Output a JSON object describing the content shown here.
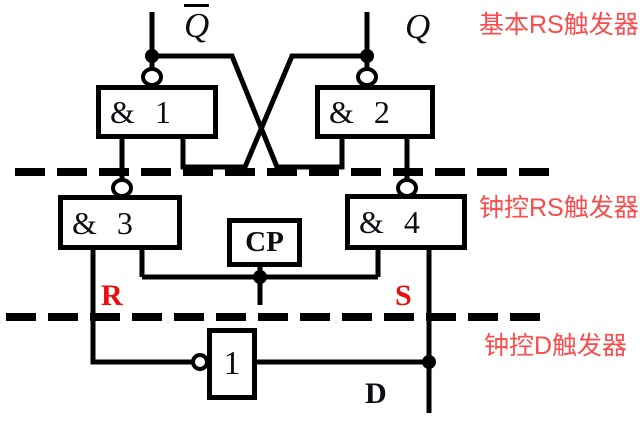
{
  "diagram": {
    "sections": {
      "basic_rs": "基本RS触发器",
      "clocked_rs": "钟控RS触发器",
      "clocked_d": "钟控D触发器"
    },
    "gates": {
      "gate1": {
        "symbol": "&",
        "number": "1"
      },
      "gate2": {
        "symbol": "&",
        "number": "2"
      },
      "gate3": {
        "symbol": "&",
        "number": "3"
      },
      "gate4": {
        "symbol": "&",
        "number": "4"
      },
      "inverter": {
        "number": "1"
      },
      "clock": {
        "label": "CP"
      }
    },
    "terminals": {
      "q_bar": "Q",
      "q": "Q",
      "r": "R",
      "s": "S",
      "d": "D"
    },
    "colors": {
      "wire": "#000000",
      "divider_red": "#ee0e0e",
      "section_label_red": "#fb4b4b",
      "rs_label_red": "#ea0f0f"
    }
  }
}
